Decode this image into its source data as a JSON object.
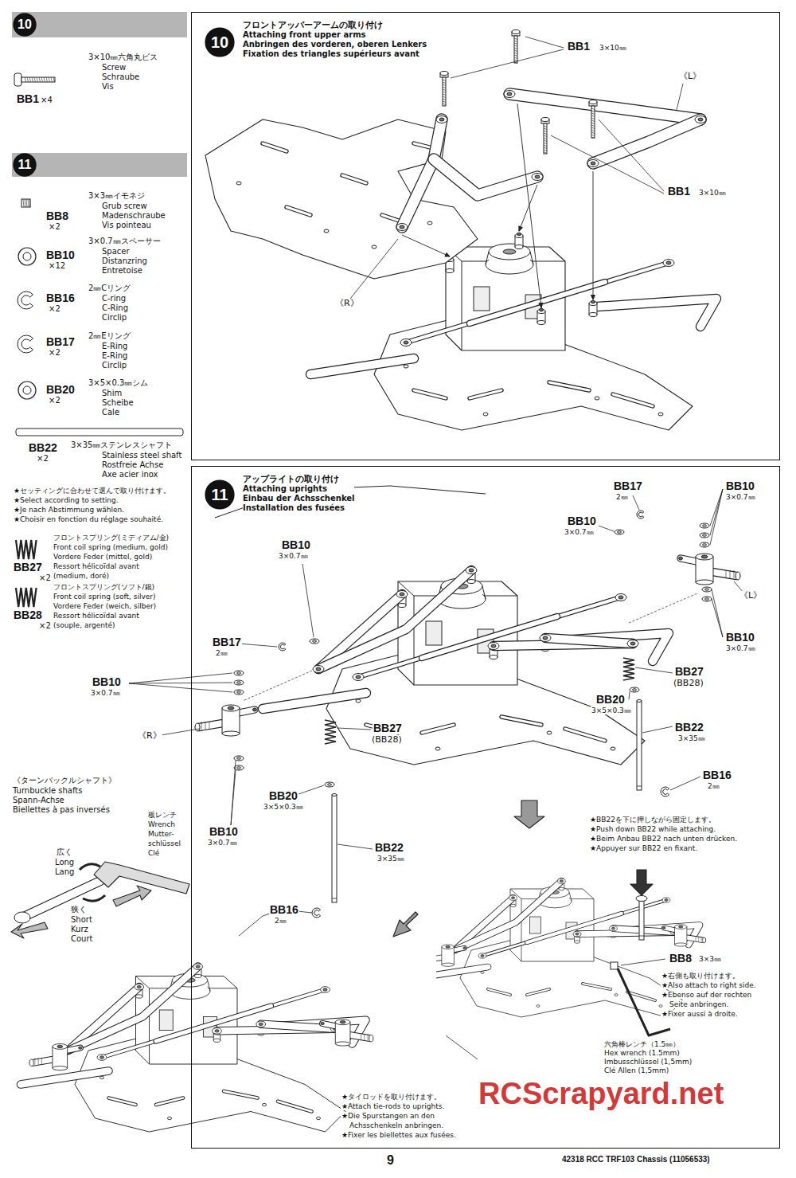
{
  "diagram": {
    "nodes": [
      {
        "text": [
          "10"
        ]
      },
      {
        "text": [
          "11"
        ]
      },
      {
        "text": [
          "フロントアッパーアームの取り付け",
          "Attaching front upper arms",
          "Anbringen des vorderen, oberen Lenkers",
          "Fixation des triangles supérieurs avant"
        ]
      },
      {
        "text": [
          "10"
        ],
        "in": 2
      },
      {
        "text": [
          "アップライトの取り付け",
          "Attaching uprights",
          "Einbau der Achsschenkel",
          "Installation des fusées"
        ]
      },
      {
        "text": [
          "11"
        ],
        "in": 4
      }
    ],
    "labels": [
      "BB1",
      "×4",
      "3×10㎜六角丸ビス",
      "Screw",
      "Schraube",
      "Vis",
      "BB8",
      "×2",
      "3×3㎜イモネジ",
      "Grub screw",
      "Madenschraube",
      "Vis pointeau",
      "BB10",
      "×12",
      "3×0.7㎜スペーサー",
      "Spacer",
      "Distanzring",
      "Entretoise",
      "BB16",
      "×2",
      "2㎜Cリング",
      "C-ring",
      "C-Ring",
      "Circlip",
      "BB17",
      "×2",
      "2㎜Eリング",
      "E-Ring",
      "E-Ring",
      "Circlip",
      "BB20",
      "×2",
      "3×5×0.3㎜シム",
      "Shim",
      "Scheibe",
      "Cale",
      "BB22",
      "×2",
      "3×35㎜ステンレスシャフト",
      "Stainless steel shaft",
      "Rostfreie Achse",
      "Axe acier inox",
      "★セッティングに合わせて選んで取り付けます。",
      "★Select according to setting.",
      "★Je nach Abstimmung wählen.",
      "★Choisir en fonction du réglage souhaité.",
      "BB27",
      "×2",
      "フロントスプリング(ミディアム/金)",
      "Front coil spring (medium, gold)",
      "Vordere Feder (mittel, gold)",
      "Ressort hélicoïdal avant",
      "(medium, doré)",
      "BB28",
      "×2",
      "フロントスプリング(ソフト/銀)",
      "Front coil spring (soft, silver)",
      "Vordere Feder (weich, silber)",
      "Ressort hélicoïdal avant",
      "(souple, argenté)",
      "BB1",
      "3×10㎜",
      "《L》",
      "BB1",
      "3×10㎜",
      "《R》",
      "BB17",
      "2㎜",
      "BB10",
      "3×0.7㎜",
      "BB10",
      "3×0.7㎜",
      "《L》",
      "BB10",
      "3×0.7㎜",
      "BB10",
      "3×0.7㎜",
      "BB17",
      "2㎜",
      "BB27",
      "(BB28)",
      "BB20",
      "3×5×0.3㎜",
      "BB22",
      "3×35㎜",
      "BB16",
      "2㎜",
      "BB10",
      "3×0.7㎜",
      "《R》",
      "BB27",
      "(BB28)",
      "BB20",
      "3×5×0.3㎜",
      "BB22",
      "3×35㎜",
      "BB10",
      "3×0.7㎜",
      "BB16",
      "2㎜",
      "《ターンバックルシャフト》",
      "Turnbuckle shafts",
      "Spann-Achse",
      "Biellettes à pas inversés",
      "板レンチ",
      "Wrench",
      "Mutter-",
      "schlüssel",
      "Clé",
      "広く",
      "Long",
      "Lang",
      "狭く",
      "Short",
      "Kurz",
      "Court",
      "★BB22を下に押しながら固定します。",
      "★Push down BB22 while attaching.",
      "★Beim Anbau BB22 nach unten drücken.",
      "★Appuyer sur BB22 en fixant.",
      "BB8",
      "3×3㎜",
      "★右側も取り付けます。",
      "★Also attach to right side.",
      "★Ebenso auf der rechten",
      "Seite anbringen.",
      "★Fixer aussi à droite.",
      "六角棒レンチ（1.5㎜）",
      "Hex wrench (1.5mm)",
      "Imbusschlüssel (1,5mm)",
      "Clé Allen (1,5mm)",
      "★タイロッドを取り付けます。",
      "★Attach tie-rods to uprights.",
      "★Die Spurstangen an den",
      "Achsschenkeln anbringen.",
      "★Fixer les biellettes aux fusées.",
      "RCScrapyard.net",
      "9",
      "42318 RCC TRF103 Chassis (11056533)"
    ]
  }
}
